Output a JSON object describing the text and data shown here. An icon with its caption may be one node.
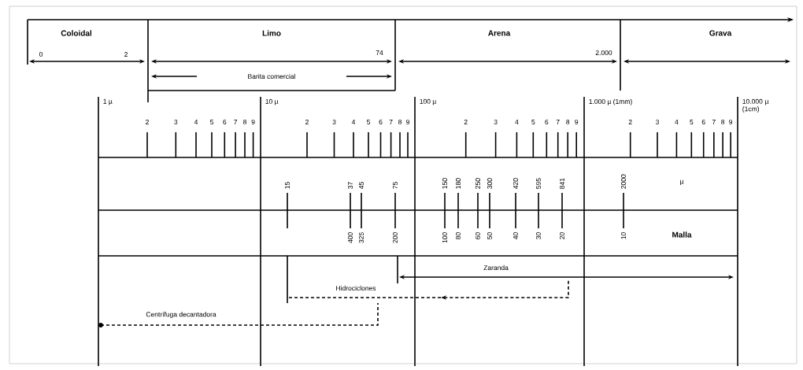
{
  "diagram": {
    "labels": [
      "Coloidal",
      "Limo",
      "Arena",
      "Grava",
      "0",
      "2",
      "74",
      "2.000",
      "Barita comercial",
      "1 µ",
      "10 µ",
      "100 µ",
      "1.000 µ (1mm)",
      "10.000 µ (1cm)",
      "2",
      "3",
      "4",
      "5",
      "6",
      "7",
      "8",
      "9",
      "2",
      "3",
      "4",
      "5",
      "6",
      "7",
      "8",
      "9",
      "2",
      "3",
      "4",
      "5",
      "6",
      "7",
      "8",
      "9",
      "2",
      "3",
      "4",
      "5",
      "6",
      "7",
      "8",
      "9",
      "15",
      "37",
      "45",
      "75",
      "150",
      "180",
      "250",
      "300",
      "420",
      "595",
      "841",
      "2000",
      "µ",
      "400",
      "325",
      "200",
      "100",
      "80",
      "60",
      "50",
      "40",
      "30",
      "20",
      "10",
      "Malla",
      "Zaranda",
      "Hidrociclones",
      "Centrífuga decantadora"
    ]
  }
}
